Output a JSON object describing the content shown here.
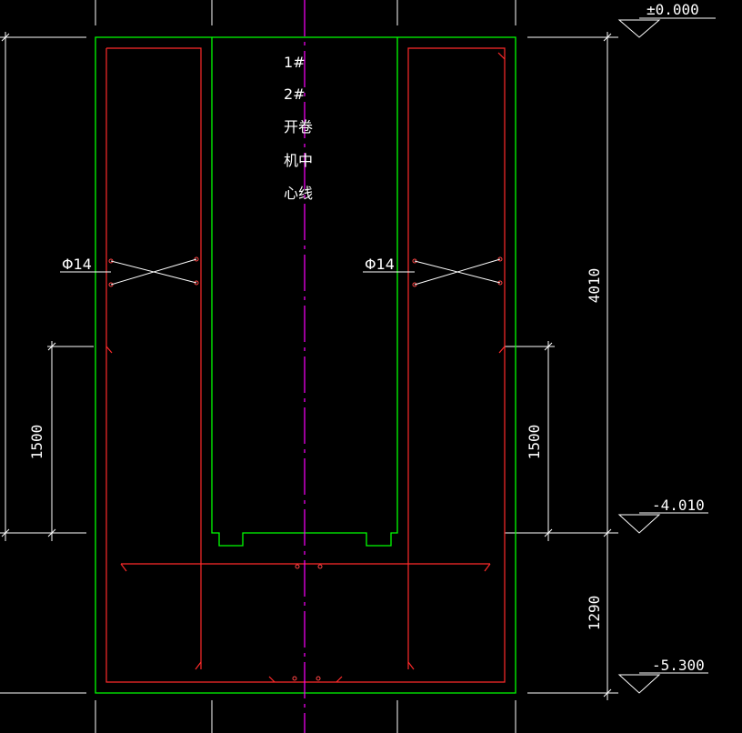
{
  "colors": {
    "background": "#000000",
    "concrete_outline": "#00ff00",
    "rebar": "#ff2a2a",
    "centerline": "#ff00ff",
    "dimension": "#ffffff",
    "marker": "#ff4444"
  },
  "labels": {
    "centerline_note": [
      "1#",
      "2#",
      "开卷",
      "机中",
      "心线"
    ],
    "rebar_left": "Φ14",
    "rebar_right": "Φ14"
  },
  "dimensions": {
    "depth_total": "4010",
    "bottom_slab": "1290",
    "left_wall_segment": "1500",
    "right_wall_segment": "1500"
  },
  "levels": {
    "top": "±0.000",
    "mid": "-4.010",
    "bottom": "-5.300"
  }
}
